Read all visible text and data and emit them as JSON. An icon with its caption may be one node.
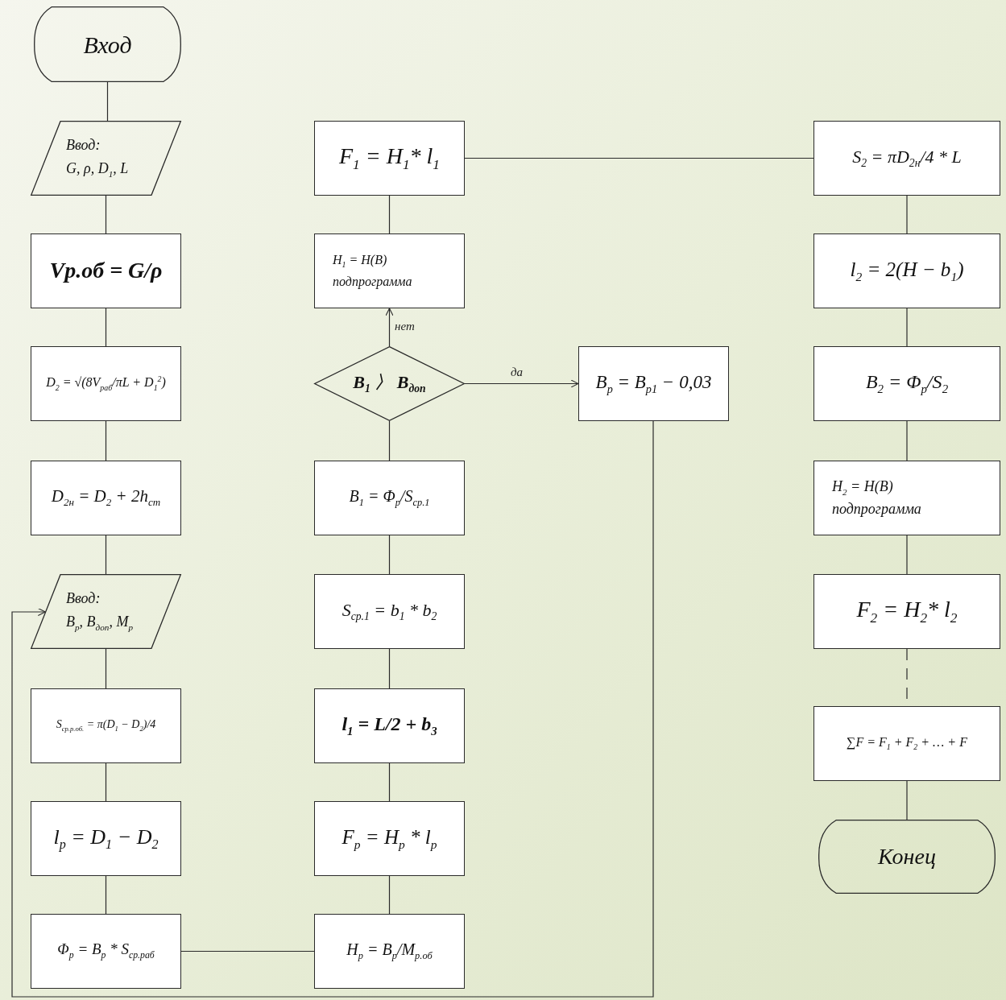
{
  "diagram": {
    "nodes": [
      {
        "text": [
          "Вход"
        ]
      },
      {
        "text": [
          "Ввод:",
          "G, ρ, D$_{1}$, L"
        ]
      },
      {
        "text": [
          "Vp.об = G/ρ"
        ]
      },
      {
        "text": [
          "D$_{2}$ = √(8V$_{раб}$/πL + D$_{1}$$^{2}$)"
        ]
      },
      {
        "text": [
          "D$_{2н}$ = D$_{2}$ + 2h$_{ст}$"
        ]
      },
      {
        "text": [
          "Ввод:",
          "B$_{p}$, B$_{доп}$, M$_{p}$"
        ]
      },
      {
        "text": [
          "S$_{ср.р.об.}$ = π(D$_{1}$ − D$_{2}$)/4"
        ]
      },
      {
        "text": [
          "l$_{p}$ = D$_{1}$ − D$_{2}$"
        ]
      },
      {
        "text": [
          "Φ$_{p}$ = B$_{p}$ * S$_{ср.раб}$"
        ]
      },
      {
        "text": [
          "F$_{1}$ = H$_{1}$* l$_{1}$"
        ]
      },
      {
        "text": [
          "H$_{1}$ = H(B)",
          "подпрограмма"
        ]
      },
      {
        "text": [
          "B$_{1}$ 〉 B$_{доп}$"
        ]
      },
      {
        "text": [
          "B$_{1}$ = Φ$_{p}$/S$_{ср.1}$"
        ]
      },
      {
        "text": [
          "S$_{ср.1}$ = b$_{1}$ * b$_{2}$"
        ]
      },
      {
        "text": [
          "l$_{1}$ = L/2 + b$_{3}$"
        ]
      },
      {
        "text": [
          "F$_{p}$ = H$_{p}$ * l$_{p}$"
        ]
      },
      {
        "text": [
          "H$_{p}$ = B$_{p}$/M$_{p.об}$"
        ]
      },
      {
        "text": [
          "B$_{p}$ = B$_{p1}$ − 0,03"
        ]
      },
      {
        "text": [
          "S$_{2}$ = πD$_{2н}$/4 * L"
        ]
      },
      {
        "text": [
          "l$_{2}$ = 2(H − b$_{1}$)"
        ]
      },
      {
        "text": [
          "B$_{2}$ = Φ$_{p}$/S$_{2}$"
        ]
      },
      {
        "text": [
          "H$_{2}$ = H(B)",
          "подпрограмма"
        ]
      },
      {
        "text": [
          "F$_{2}$ = H$_{2}$* l$_{2}$"
        ]
      },
      {
        "text": [
          "∑F = F$_{1}$ + F$_{2}$ + … + F"
        ]
      },
      {
        "text": [
          "Конец"
        ]
      }
    ],
    "edges": [
      {
        "from": 0,
        "to": 1,
        "arrow": "none"
      },
      {
        "from": 1,
        "to": 2,
        "arrow": "none"
      },
      {
        "from": 2,
        "to": 3,
        "arrow": "none"
      },
      {
        "from": 3,
        "to": 4,
        "arrow": "none"
      },
      {
        "from": 4,
        "to": 5,
        "arrow": "none"
      },
      {
        "from": 5,
        "to": 6,
        "arrow": "none"
      },
      {
        "from": 6,
        "to": 7,
        "arrow": "none"
      },
      {
        "from": 7,
        "to": 8,
        "arrow": "none"
      },
      {
        "from": 8,
        "to": 16,
        "arrow": "none"
      },
      {
        "from": 16,
        "to": 15,
        "arrow": "none"
      },
      {
        "from": 15,
        "to": 14,
        "arrow": "none"
      },
      {
        "from": 14,
        "to": 13,
        "arrow": "none"
      },
      {
        "from": 13,
        "to": 12,
        "arrow": "none"
      },
      {
        "from": 12,
        "to": 11,
        "arrow": "none"
      },
      {
        "from": 11,
        "to": 10,
        "arrow": "to",
        "label": "нет"
      },
      {
        "from": 10,
        "to": 9,
        "arrow": "none"
      },
      {
        "from": 11,
        "to": 17,
        "arrow": "to",
        "label": "да"
      },
      {
        "from": 17,
        "to": 5,
        "arrow": "to"
      },
      {
        "from": 9,
        "to": 18,
        "arrow": "none"
      },
      {
        "from": 18,
        "to": 19,
        "arrow": "none"
      },
      {
        "from": 19,
        "to": 20,
        "arrow": "none"
      },
      {
        "from": 20,
        "to": 21,
        "arrow": "none"
      },
      {
        "from": 21,
        "to": 22,
        "arrow": "none"
      },
      {
        "from": 22,
        "to": 23,
        "arrow": "none",
        "style": "dashed"
      },
      {
        "from": 23,
        "to": 24,
        "arrow": "none"
      }
    ]
  }
}
